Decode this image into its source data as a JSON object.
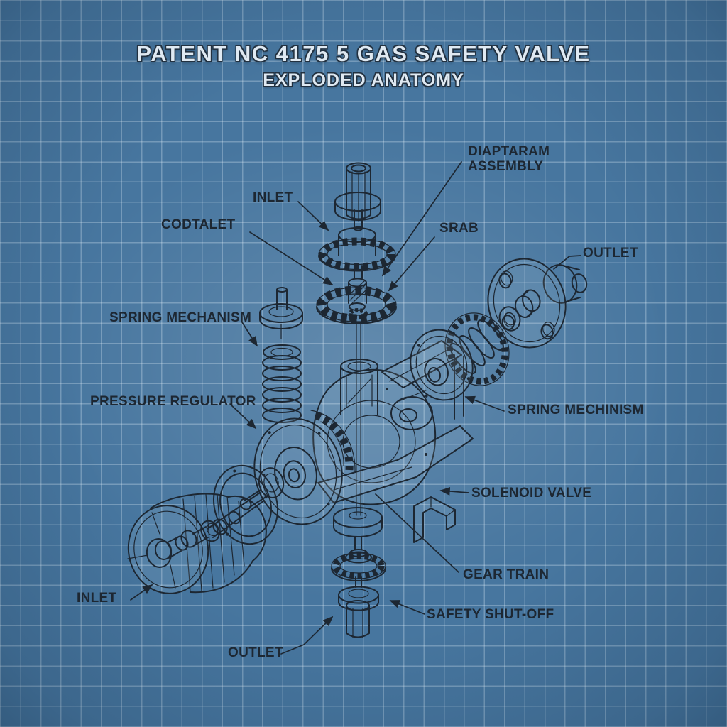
{
  "title": {
    "main": "PATENT NC 4175 5 GAS SAFETY VALVE",
    "subtitle": "EXPLODED ANATOMY"
  },
  "labels": {
    "inlet_top": "INLET",
    "codtalet": "CODTALET",
    "diaptaram_assembly": "DIAPTARAM ASSEMBLY",
    "srab": "SRAB",
    "outlet_right": "OUTLET",
    "spring_mechanism_left": "SPRING MECHANISM",
    "pressure_regulator": "PRESSURE REGULATOR",
    "spring_mechinism_right": "SPRING MECHINISM",
    "solenoid_valve": "SOLENOID VALVE",
    "gear_train": "GEAR TRAIN",
    "safety_shut_off": "SAFETY SHUT-OFF",
    "inlet_bottom": "INLET",
    "outlet_bottom": "OUTLET"
  },
  "colors": {
    "background": "#47769f",
    "grid_line": "#9dbed8",
    "ink": "#1d2732",
    "title_text": "#dfe9f2"
  }
}
